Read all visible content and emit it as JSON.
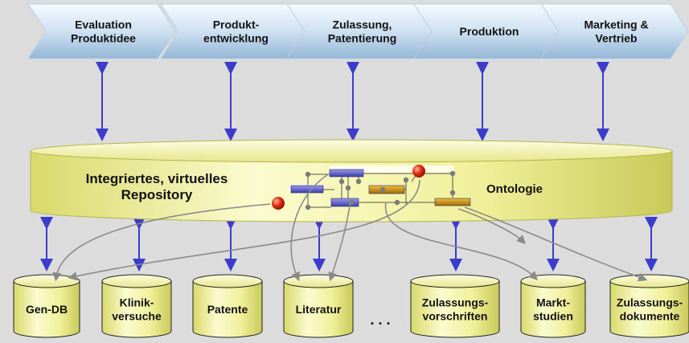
{
  "phases": [
    {
      "lines": [
        "Evaluation",
        "Produktidee"
      ]
    },
    {
      "lines": [
        "Produkt-",
        "entwicklung"
      ]
    },
    {
      "lines": [
        "Zulassung,",
        "Patentierung"
      ]
    },
    {
      "lines": [
        "Produktion"
      ]
    },
    {
      "lines": [
        "Marketing &",
        "Vertrieb"
      ]
    }
  ],
  "repository": {
    "title_lines": [
      "Integriertes, virtuelles",
      "Repository"
    ],
    "ontology_label": "Ontologie"
  },
  "sources": [
    {
      "lines": [
        "Gen-DB"
      ]
    },
    {
      "lines": [
        "Klinik-",
        "versuche"
      ]
    },
    {
      "lines": [
        "Patente"
      ]
    },
    {
      "lines": [
        "Literatur"
      ]
    },
    {
      "lines": [
        "Zulassungs-",
        "vorschriften"
      ]
    },
    {
      "lines": [
        "Markt-",
        "studien"
      ]
    },
    {
      "lines": [
        "Zulassungs-",
        "dokumente"
      ]
    }
  ],
  "ellipsis": ". . .",
  "colors": {
    "chevron_light": "#eaf2fa",
    "chevron_dark": "#9fc0dc",
    "arrow": "#3b3bcc",
    "cylinder_light": "#fbfbc8",
    "cylinder_dark": "#cfcf5a",
    "node_blue": "#5a5acd",
    "node_gold": "#c8900a",
    "node_red": "#e02810",
    "connector": "#8a8a8a"
  }
}
